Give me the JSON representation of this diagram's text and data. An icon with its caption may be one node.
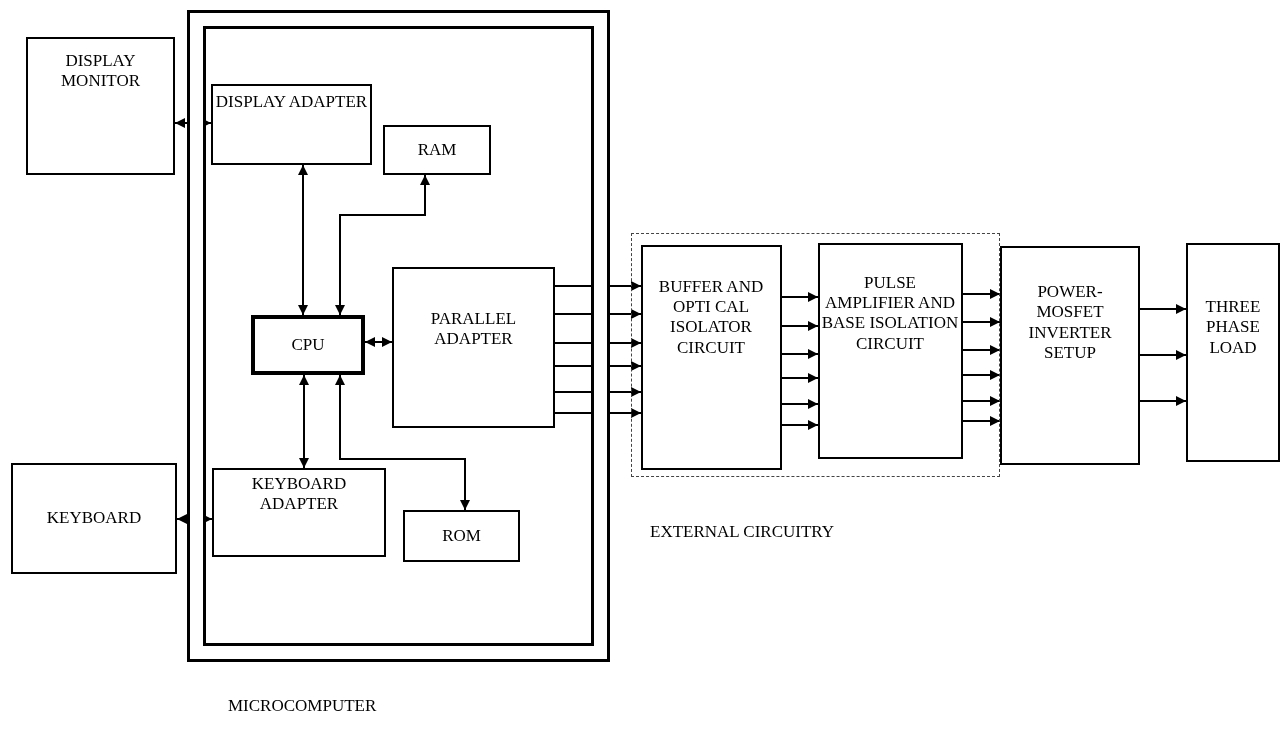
{
  "diagram": {
    "nodes": [
      {
        "text": [
          "MICROCOMPUTER"
        ]
      },
      {
        "text": [
          "DISPLAY MONITOR"
        ]
      },
      {
        "text": [
          "DISPLAY ADAPTER"
        ],
        "in": 0
      },
      {
        "text": [
          "RAM"
        ],
        "in": 0
      },
      {
        "text": [
          "CPU"
        ],
        "in": 0
      },
      {
        "text": [
          "PARALLEL ADAPTER"
        ],
        "in": 0
      },
      {
        "text": [
          "KEYBOARD"
        ]
      },
      {
        "text": [
          "KEYBOARD ADAPTER"
        ],
        "in": 0
      },
      {
        "text": [
          "ROM"
        ],
        "in": 0
      },
      {
        "text": [
          "EXTERNAL CIRCUITRY"
        ]
      },
      {
        "text": [
          "BUFFER AND OPTI CAL ISOLATOR CIRCUIT"
        ],
        "in": 9
      },
      {
        "text": [
          "PULSE AMPLIFIER AND BASE ISOLATION CIRCUIT"
        ],
        "in": 9
      },
      {
        "text": [
          "POWER- MOSFET INVERTER SETUP"
        ]
      },
      {
        "text": [
          "THREE PHASE LOAD"
        ]
      }
    ],
    "edges": [
      {
        "from": 1,
        "to": 2,
        "arrow": "both"
      },
      {
        "from": 2,
        "to": 4,
        "arrow": "both"
      },
      {
        "from": 4,
        "to": 3,
        "arrow": "both"
      },
      {
        "from": 4,
        "to": 5,
        "arrow": "both"
      },
      {
        "from": 4,
        "to": 7,
        "arrow": "both"
      },
      {
        "from": 4,
        "to": 8,
        "arrow": "both"
      },
      {
        "from": 6,
        "to": 7,
        "arrow": "both"
      },
      {
        "from": 5,
        "to": 10,
        "arrow": "to"
      },
      {
        "from": 5,
        "to": 10,
        "arrow": "to"
      },
      {
        "from": 5,
        "to": 10,
        "arrow": "to"
      },
      {
        "from": 5,
        "to": 10,
        "arrow": "to"
      },
      {
        "from": 5,
        "to": 10,
        "arrow": "to"
      },
      {
        "from": 5,
        "to": 10,
        "arrow": "to"
      },
      {
        "from": 10,
        "to": 11,
        "arrow": "to"
      },
      {
        "from": 10,
        "to": 11,
        "arrow": "to"
      },
      {
        "from": 10,
        "to": 11,
        "arrow": "to"
      },
      {
        "from": 10,
        "to": 11,
        "arrow": "to"
      },
      {
        "from": 10,
        "to": 11,
        "arrow": "to"
      },
      {
        "from": 10,
        "to": 11,
        "arrow": "to"
      },
      {
        "from": 11,
        "to": 12,
        "arrow": "to"
      },
      {
        "from": 11,
        "to": 12,
        "arrow": "to"
      },
      {
        "from": 11,
        "to": 12,
        "arrow": "to"
      },
      {
        "from": 11,
        "to": 12,
        "arrow": "to"
      },
      {
        "from": 11,
        "to": 12,
        "arrow": "to"
      },
      {
        "from": 11,
        "to": 12,
        "arrow": "to"
      },
      {
        "from": 12,
        "to": 13,
        "arrow": "to"
      },
      {
        "from": 12,
        "to": 13,
        "arrow": "to"
      },
      {
        "from": 12,
        "to": 13,
        "arrow": "to"
      }
    ]
  }
}
